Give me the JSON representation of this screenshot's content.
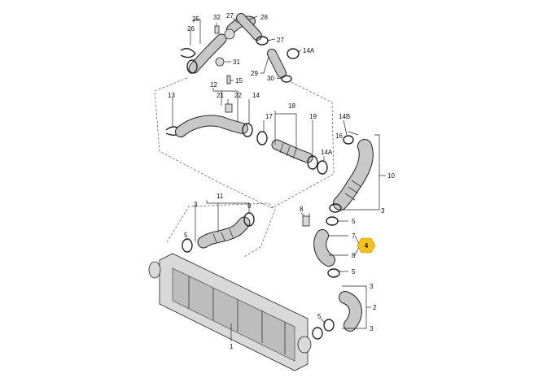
{
  "labels": {
    "n1": "1",
    "n2": "2",
    "n3": "3",
    "n4": "4",
    "n5": "5",
    "n7": "7",
    "n8": "8",
    "n9": "9",
    "n10": "10",
    "n11": "11",
    "n12": "12",
    "n13": "13",
    "n14": "14",
    "n14A": "14A",
    "n14B": "14B",
    "n15": "15",
    "n16": "16",
    "n17": "17",
    "n18": "18",
    "n19": "19",
    "n21": "21",
    "n22": "22",
    "n25": "25",
    "n26": "26",
    "n27": "27",
    "n28": "28",
    "n29": "29",
    "n30": "30",
    "n31": "31",
    "n32": "32"
  },
  "highlight_color": "#f2c21b"
}
